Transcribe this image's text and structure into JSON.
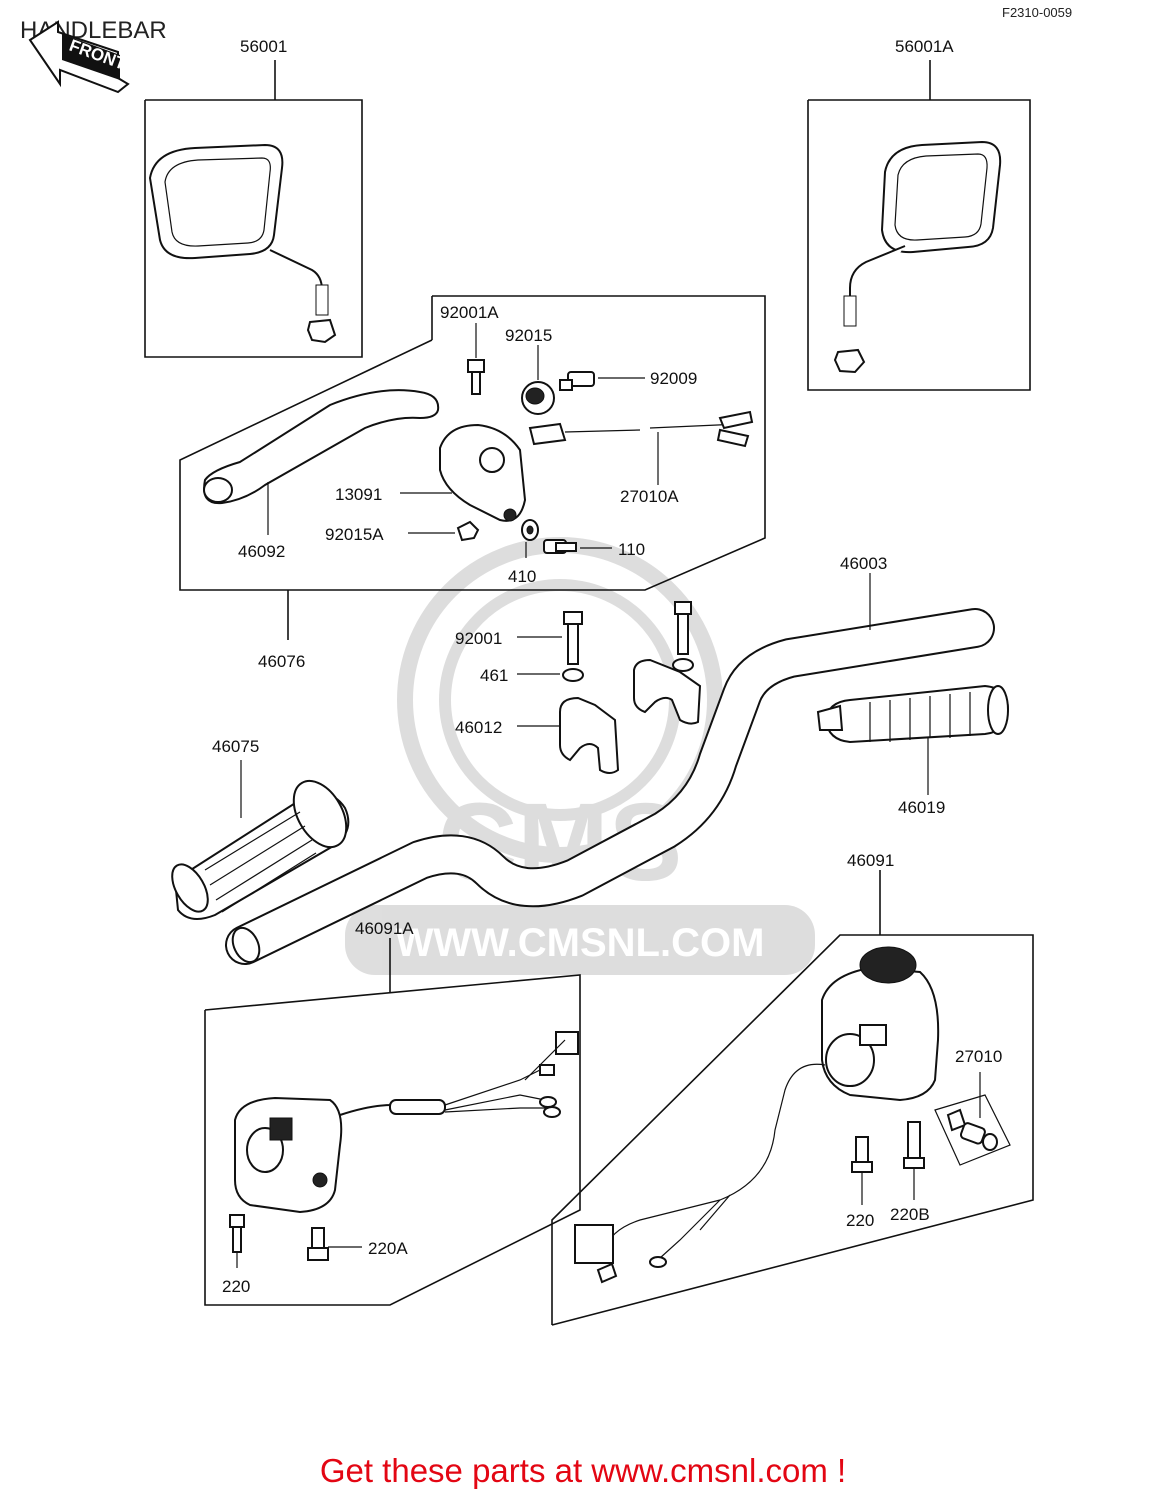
{
  "title": "HANDLEBAR",
  "diagram_code": "F2310-0059",
  "front_arrow_label": "FRONT",
  "watermark": {
    "logo_text": "CMS",
    "url_text": "WWW.CMSNL.COM"
  },
  "footer_link": "Get these parts at www.cmsnl.com !",
  "part_labels": {
    "p56001": "56001",
    "p56001A": "56001A",
    "p92001A": "92001A",
    "p92015": "92015",
    "p92009": "92009",
    "p13091": "13091",
    "p27010A": "27010A",
    "p46092": "46092",
    "p92015A": "92015A",
    "p110": "110",
    "p410": "410",
    "p46076": "46076",
    "p46003": "46003",
    "p92001": "92001",
    "p461": "461",
    "p46012": "46012",
    "p46075": "46075",
    "p46019": "46019",
    "p46091": "46091",
    "p46091A": "46091A",
    "p27010": "27010",
    "p220_left": "220",
    "p220A": "220A",
    "p220_right": "220",
    "p220B": "220B"
  }
}
